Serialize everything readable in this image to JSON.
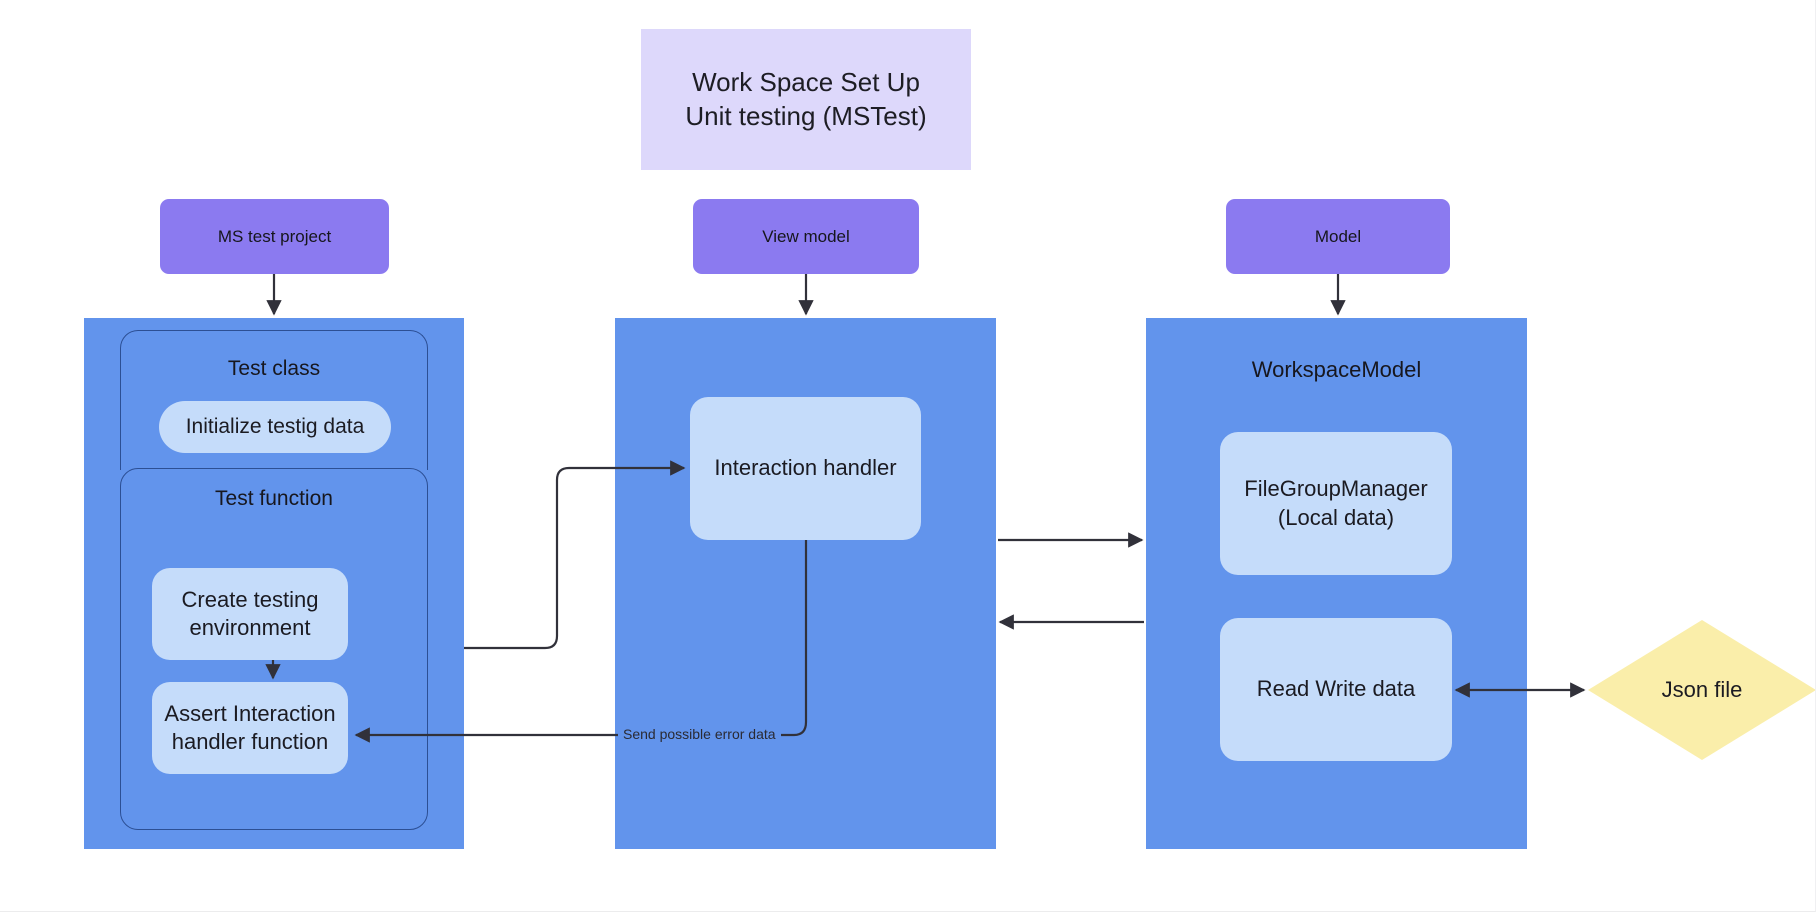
{
  "diagram": {
    "title_banner": {
      "line1": "Work Space Set Up",
      "line2": "Unit testing (MSTest)",
      "color": "#ddd8fb"
    },
    "colors": {
      "panel_blue": "#6294ec",
      "card_blue": "#c5dcfa",
      "header_purple": "#8b7af0",
      "banner_lavender": "#ddd8fb",
      "diamond_yellow": "#faeeaa",
      "edge_stroke": "#31313a",
      "group_border": "#2c4f94",
      "canvas": "#ffffff"
    },
    "columns": [
      {
        "id": "test-project",
        "header_label": "MS test project",
        "panel_heading": "",
        "groups": [
          {
            "id": "test-class",
            "label": "Test class",
            "cards": [
              {
                "id": "initialize-testing-data",
                "label": "Initialize testig data"
              }
            ]
          },
          {
            "id": "test-function",
            "label": "Test function",
            "cards": [
              {
                "id": "create-testing-environment",
                "label": "Create testing\nenvironment"
              },
              {
                "id": "assert-interaction-handler-function",
                "label": "Assert Interaction\nhandler function"
              }
            ]
          }
        ]
      },
      {
        "id": "view-model",
        "header_label": "View model",
        "panel_heading": "",
        "groups": [],
        "cards": [
          {
            "id": "interaction-handler",
            "label": "Interaction handler"
          }
        ]
      },
      {
        "id": "model",
        "header_label": "Model",
        "panel_heading": "WorkspaceModel",
        "groups": [],
        "cards": [
          {
            "id": "file-group-manager",
            "label": "FileGroupManager\n(Local data)"
          },
          {
            "id": "read-write-data",
            "label": "Read Write data"
          }
        ]
      }
    ],
    "external_nodes": [
      {
        "id": "json-file",
        "label": "Json file",
        "shape": "diamond",
        "color": "#faeeaa"
      }
    ],
    "edges": [
      {
        "id": "msproject-to-panel",
        "from": "MS test project",
        "to": "Test class panel",
        "label": "",
        "arrow": "single"
      },
      {
        "id": "viewmodel-to-panel",
        "from": "View model",
        "to": "View model panel",
        "label": "",
        "arrow": "single"
      },
      {
        "id": "model-to-panel",
        "from": "Model",
        "to": "WorkspaceModel panel",
        "label": "",
        "arrow": "single"
      },
      {
        "id": "create-env-to-assert",
        "from": "Create testing environment",
        "to": "Assert Interaction handler function",
        "label": "",
        "arrow": "single"
      },
      {
        "id": "testproject-to-interaction-handler",
        "from": "Test function",
        "to": "Interaction handler",
        "label": "",
        "arrow": "single"
      },
      {
        "id": "interaction-handler-to-assert",
        "from": "Interaction handler",
        "to": "Assert Interaction handler function",
        "label": "Send possible error data",
        "arrow": "single"
      },
      {
        "id": "viewmodel-to-model",
        "from": "View model panel",
        "to": "WorkspaceModel panel",
        "label": "",
        "arrow": "single"
      },
      {
        "id": "model-to-viewmodel",
        "from": "WorkspaceModel panel",
        "to": "View model panel",
        "label": "",
        "arrow": "single"
      },
      {
        "id": "readwrite-to-json",
        "from": "Read Write data",
        "to": "Json file",
        "label": "",
        "arrow": "double"
      }
    ]
  }
}
